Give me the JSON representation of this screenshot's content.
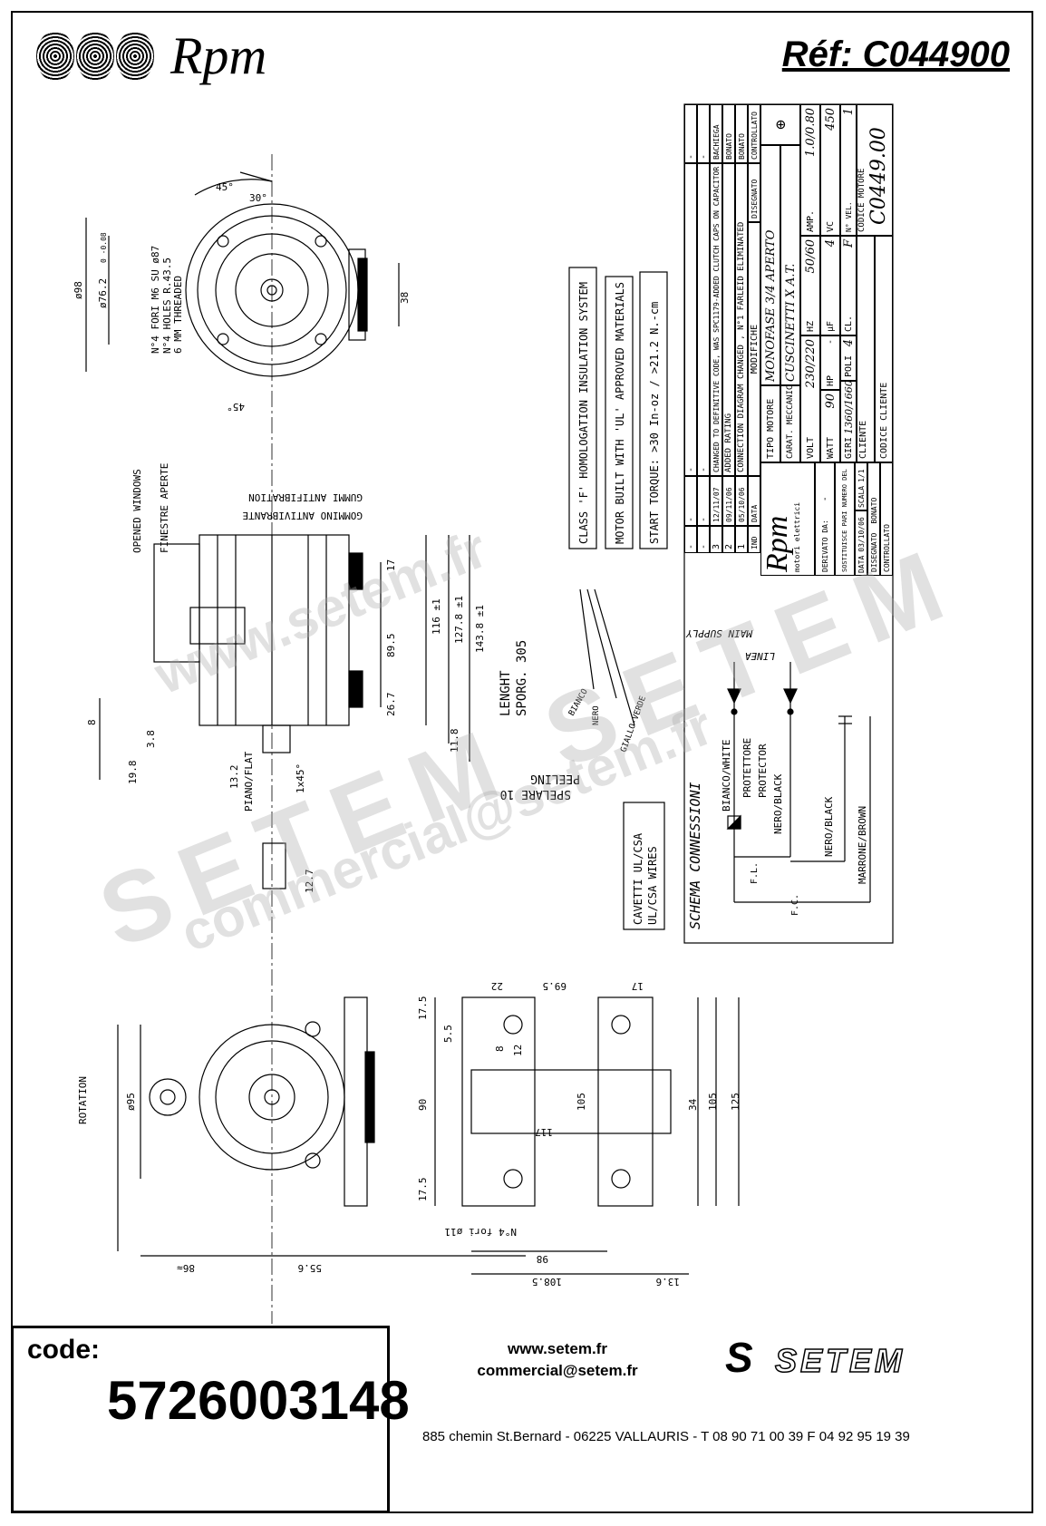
{
  "header": {
    "brand": "Rpm",
    "reference": "Réf:  C044900"
  },
  "notes": {
    "insulation": "CLASS 'F' HOMOLOGATION INSULATION SYSTEM",
    "materials": "MOTOR BUILT WITH 'UL' APPROVED MATERIALS",
    "torque": "START TORQUE:  >30 In-oz / >21.2 N.-cm",
    "wires_it": "CAVETTI UL/CSA",
    "wires_en": "UL/CSA WIRES"
  },
  "drawing_labels": {
    "holes_it": "N°4 FORI M6 SU ø87",
    "holes_en": "N°4 HOLES R.43.5",
    "holes_en2": "6 MM THREADED",
    "d98": "ø98",
    "d76": "ø76.2",
    "d76tol": "0 -0.08",
    "a45": "45°",
    "a30": "30°",
    "a45b": "45°",
    "d38": "38",
    "windows_en": "OPENED WINDOWS",
    "windows_it": "FINESTRE APERTE",
    "grommet_it": "GOMMINO ANTIVIBRANTE",
    "grommet_en": "GUMMI ANTIFIBRATION",
    "d17": "17",
    "d895": "89.5",
    "d116": "116 ±1",
    "d1278": "127.8 ±1",
    "d1438": "143.8 ±1",
    "d267": "26.7",
    "d118": "11.8",
    "d8": "8",
    "d38b": "3.8",
    "d198": "19.8",
    "d132": "13.2",
    "flat": "PIANO/FLAT",
    "chamfer": "1x45°",
    "d127": "12.7",
    "length": "LENGHT",
    "sporg": "SPORG. 305",
    "bianco": "BIANCO",
    "nero": "NERO",
    "giallo": "GIALLO-VERDE",
    "spelare": "SPELARE 10",
    "peeling": "PEELING",
    "rotation": "ROTATION",
    "d95": "ø95",
    "d86": "86≈",
    "d556": "55.6",
    "d175a": "17.5",
    "d55": "5.5",
    "d90": "90",
    "d175b": "17.5",
    "d22": "22",
    "d695": "69.5",
    "d17b": "17",
    "d8b": "8",
    "d12": "12",
    "d105": "105",
    "d34": "34",
    "d105b": "105",
    "d125": "125",
    "d117": "117",
    "fori": "N°4 fori ø11",
    "d98b": "98",
    "d1085": "108.5",
    "d136": "13.6"
  },
  "schema": {
    "title": "SCHEMA CONNESSIONI",
    "main_supply": "MAIN SUPPLY",
    "linea": "LINEA",
    "white": "BIANCO/WHITE",
    "protettore": "PROTETTORE",
    "protector": "PROTECTOR",
    "black1": "NERO/BLACK",
    "black2": "NERO/BLACK",
    "brown": "MARRONE/BROWN",
    "fl": "F.L.",
    "fc": "F.C."
  },
  "title_block": {
    "revisions": [
      {
        "ind": "3",
        "data": "12/11/07",
        "mod": "CHANGED TO DEFINITIVE CODE, WAS SPC1179-ADDED CLUTCH CAPS ON CAPACITOR",
        "by": "BACHIEGA"
      },
      {
        "ind": "2",
        "data": "09/11/06",
        "mod": "ADDED RATING",
        "by": "BONATO"
      },
      {
        "ind": "1",
        "data": "05/10/06",
        "mod": "CONNECTION DIAGRAM CHANGED , N°1 FARLEID ELIMINATED",
        "by": "BONATO"
      }
    ],
    "head": {
      "ind": "IND",
      "data": "DATA",
      "mod": "MODIFICHE",
      "drawn": "DISEGNATO",
      "checked": "CONTROLLATO"
    },
    "dash": "-",
    "logo": "Rpm",
    "logo_sub": "motori elettrici",
    "derivato_label": "DERIVATO DA:",
    "derivato": "-",
    "sostituisce_label": "SOSTITUISCE PARI NUMERO DEL",
    "sostituisce": "-",
    "data_label": "DATA",
    "data": "03/10/06",
    "scala_label": "SCALA",
    "scala": "1/1",
    "disegnato_label": "DISEGNATO",
    "disegnato": "BONATO",
    "controllato_label": "CONTROLLATO",
    "tipo_label": "TIPO MOTORE",
    "tipo": "MONOFASE 3/4  APERTO",
    "carat_label": "CARAT. MECCANICHE",
    "carat": "CUSCINETTI X A.T.",
    "volt_label": "VOLT",
    "volt": "230/220",
    "hz_label": "HZ",
    "hz": "50/60",
    "amp_label": "AMP.",
    "amp": "1.0/0.80",
    "watt_label": "WATT",
    "watt": "90",
    "hp_label": "HP",
    "hp": "-",
    "uf_label": "µF",
    "uf": "4",
    "vc_label": "VC",
    "vc": "450",
    "giri_label": "GIRI",
    "giri": "1360/1660",
    "poli_label": "POLI",
    "poli": "4",
    "cl_label": "CL.",
    "cl": "F",
    "vel_label": "N° VEL.",
    "vel": "1",
    "cliente_label": "CLIENTE",
    "codice_motore_label": "CODICE MOTORE",
    "codice_motore": "C0449.00",
    "codice_cliente_label": "CODICE CLIENTE"
  },
  "footer": {
    "code_label": "code:",
    "code": "5726003148",
    "website": "www.setem.fr",
    "email": "commercial@setem.fr",
    "address": "885 chemin St.Bernard  -  06225 VALLAURIS  -  T 08 90 71 00 39   F 04 92 95 19 39",
    "company_logo": "SETEM"
  },
  "watermark": {
    "line1": "www.setem.fr",
    "line2": "SETEM SETEM",
    "line3": "commercial@setem.fr"
  }
}
